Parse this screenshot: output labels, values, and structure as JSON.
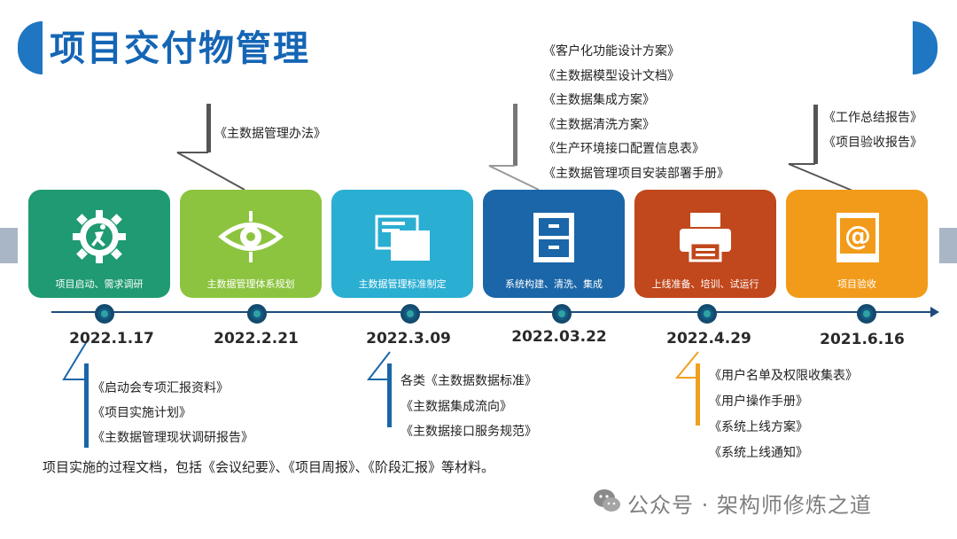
{
  "title": "项目交付物管理",
  "stages": [
    {
      "label": "项目启动、需求调研",
      "date": "2022.1.17",
      "color": "#1f9a72",
      "icon": "gear-runner-icon"
    },
    {
      "label": "主数据管理体系规划",
      "date": "2022.2.21",
      "color": "#8cc43f",
      "icon": "eye-target-icon"
    },
    {
      "label": "主数据管理标准制定",
      "date": "2022.3.09",
      "color": "#2aaed2",
      "icon": "documents-icon"
    },
    {
      "label": "系统构建、清洗、集成",
      "date": "2022.03.22",
      "color": "#1a66a8",
      "icon": "cabinet-icon"
    },
    {
      "label": "上线准备、培训、试运行",
      "date": "2022.4.29",
      "color": "#c1471c",
      "icon": "printer-icon"
    },
    {
      "label": "项目验收",
      "date": "2021.6.16",
      "color": "#f29b1a",
      "icon": "email-book-icon"
    }
  ],
  "docs_top": {
    "stage2": [
      "《主数据管理办法》"
    ],
    "stage4": [
      "《客户化功能设计方案》",
      "《主数据模型设计文档》",
      "《主数据集成方案》",
      "《主数据清洗方案》",
      "《生产环境接口配置信息表》",
      "《主数据管理项目安装部署手册》"
    ],
    "stage6": [
      "《工作总结报告》",
      "《项目验收报告》"
    ]
  },
  "docs_bottom": {
    "stage1": [
      "《启动会专项汇报资料》",
      "《项目实施计划》",
      "《主数据管理现状调研报告》"
    ],
    "stage3": [
      "各类《主数据数据标准》",
      "《主数据集成流向》",
      "《主数据接口服务规范》"
    ],
    "stage5": [
      "《用户名单及权限收集表》",
      "《用户操作手册》",
      "《系统上线方案》",
      "《系统上线通知》"
    ]
  },
  "footer_note": "项目实施的过程文档，包括《会议纪要》、《项目周报》、《阶段汇报》等材料。",
  "watermark": "公众号 · 架构师修炼之道",
  "colors": {
    "title": "#1565b5",
    "accent": "#1f76c2",
    "timeline": "#1e4a7d",
    "bar_bottom_1": "#1a66a8",
    "bar_bottom_5": "#f0a020"
  }
}
